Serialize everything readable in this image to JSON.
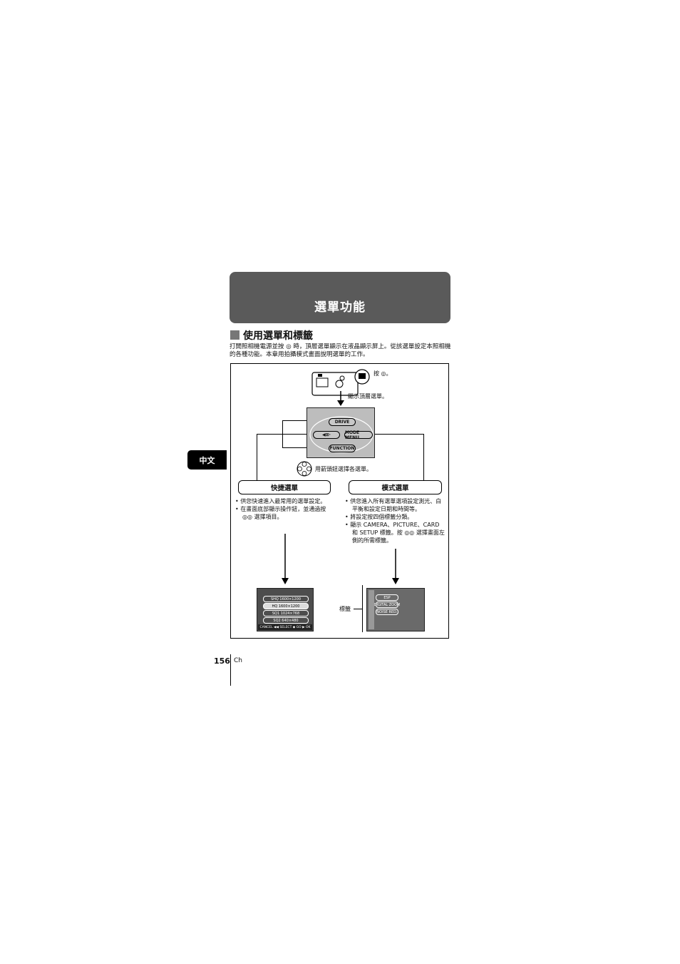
{
  "header": {
    "title": "選單功能"
  },
  "side_tab": {
    "label": "中文"
  },
  "section": {
    "title": "使用選單和標籤",
    "intro": "打開照相機電源並按 ◎ 時，頂層選單顯示在液晶顯示屏上。從該選單設定本照相機的各種功能。本章用拍攝模式畫面說明選單的工作。"
  },
  "diagram": {
    "press_label": "按 ◎。",
    "top_menu_caption": "顯示頂層選單。",
    "top_menu": {
      "up": "DRIVE",
      "left": "◀⊞·",
      "right": "MODE MENU",
      "down": "FUNCTION"
    },
    "arrow_caption": "用箭頭鈕選擇各選單。",
    "quick_menu": {
      "title": "快捷選單",
      "bullets": [
        "供您快速進入最常用的選單設定。",
        "在畫面底部顯示操作鈕，並通過按 ◎◎ 選擇項目。"
      ]
    },
    "mode_menu": {
      "title": "模式選單",
      "bullets": [
        "供您進入所有選單選項設定測光、白平衡和設定日期和時間等。",
        "將設定按四個標籤分類。",
        "顯示 CAMERA、PICTURE、CARD 和 SETUP 標籤。按 ◎◎ 選擇畫面左側的所需標籤。"
      ]
    },
    "quick_screen": {
      "rows": [
        "SHQ 1600×1200",
        "HQ 1600×1200",
        "SQ1 1024×768",
        "SQ2 640×480"
      ],
      "footer": "CANCEL ◀◀ SELECT ◆ GO ▶ OK"
    },
    "mode_screen": {
      "tab_label": "標籤",
      "rows": [
        "ESP",
        "DIGITAL ZOOM",
        "NOISE RED."
      ]
    }
  },
  "footer": {
    "page": "156",
    "lang": "Ch"
  }
}
